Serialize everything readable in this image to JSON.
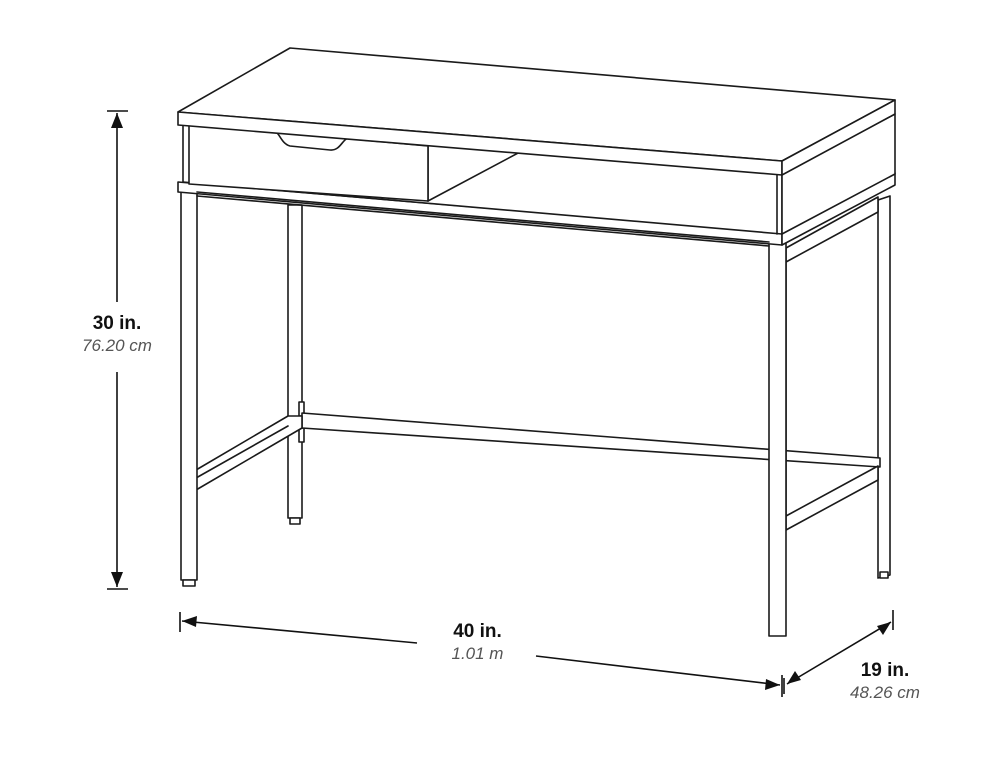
{
  "product": "desk",
  "dimensions": {
    "height": {
      "imperial": "30 in.",
      "metric": "76.20 cm"
    },
    "width": {
      "imperial": "40 in.",
      "metric": "1.01 m"
    },
    "depth": {
      "imperial": "19 in.",
      "metric": "48.26 cm"
    }
  },
  "colors": {
    "line": "#1a1a1a",
    "label_primary": "#111111",
    "label_secondary": "#555555",
    "background": "#ffffff"
  }
}
